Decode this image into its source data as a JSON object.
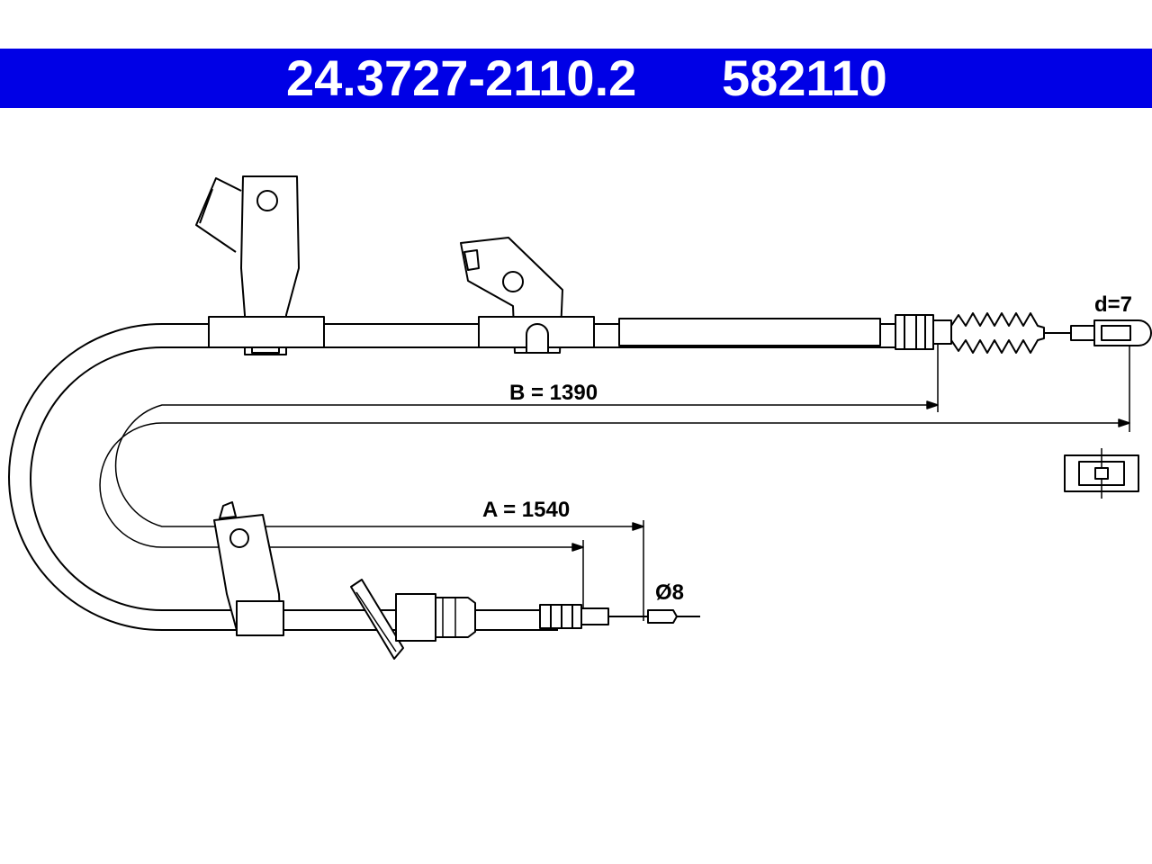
{
  "header": {
    "part_number": "24.3727-2110.2",
    "ref_number": "582110",
    "band_color": "#0000e6"
  },
  "dimensions": {
    "b_label": "B = 1390",
    "a_label": "A = 1540",
    "d_label": "d=7",
    "dia_label": "Ø8"
  }
}
